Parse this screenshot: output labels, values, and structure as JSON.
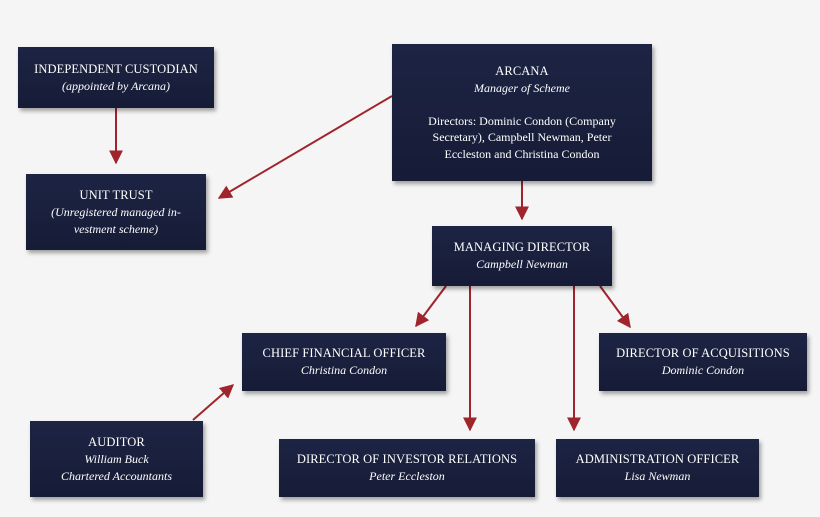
{
  "colors": {
    "box": "#1b2140",
    "arrow": "#a0242c",
    "text": "#ffffff",
    "background": "#f5f5f5"
  },
  "nodes": {
    "custodian": {
      "title": "INDEPENDENT CUSTODIAN",
      "sub": "(appointed by Arcana)"
    },
    "arcana": {
      "title": "ARCANA",
      "sub": "Manager of Scheme",
      "body_lines": [
        "Directors: Dominic Condon (Company",
        "Secretary), Campbell Newman, Peter",
        "Eccleston and Christina Condon"
      ]
    },
    "unit_trust": {
      "title": "UNIT TRUST",
      "sub_lines": [
        "(Unregistered managed in-",
        "vestment scheme)"
      ]
    },
    "managing_director": {
      "title": "MANAGING DIRECTOR",
      "sub": "Campbell Newman"
    },
    "cfo": {
      "title": "CHIEF FINANCIAL OFFICER",
      "sub": "Christina Condon"
    },
    "acquisitions": {
      "title": "DIRECTOR OF ACQUISITIONS",
      "sub": "Dominic Condon"
    },
    "auditor": {
      "title": "AUDITOR",
      "sub_lines": [
        "William Buck",
        "Chartered Accountants"
      ]
    },
    "investor_relations": {
      "title": "DIRECTOR OF INVESTOR RELATIONS",
      "sub": "Peter Eccleston"
    },
    "admin": {
      "title": "ADMINISTRATION OFFICER",
      "sub": "Lisa Newman"
    }
  }
}
